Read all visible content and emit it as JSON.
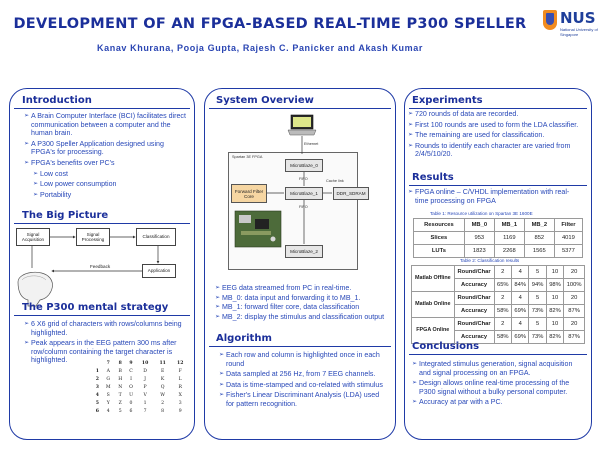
{
  "header": {
    "title": "DEVELOPMENT OF AN FPGA-BASED REAL-TIME P300 SPELLER",
    "authors": "Kanav Khurana, Pooja Gupta, Rajesh C. Panicker and Akash Kumar",
    "logo_text": "NUS",
    "logo_sub": "National University of Singapore"
  },
  "introduction": {
    "title": "Introduction",
    "bullets": [
      "A Brain Computer Interface (BCI) facilitates direct communication between a computer and the human brain.",
      "A P300 Speller Application designed using FPGA's for processing.",
      "FPGA's benefits over PC's"
    ],
    "sub_bullets": [
      "Low cost",
      "Low power consumption",
      "Portability"
    ]
  },
  "big_picture": {
    "title": "The Big Picture",
    "boxes": [
      "Signal Acquisition",
      "Signal Processing",
      "Classification",
      "Application"
    ],
    "feedback_label": "Feedback"
  },
  "p300": {
    "title": "The P300 mental strategy",
    "bullets": [
      "6 X6 grid of characters with rows/columns being highlighted.",
      "Peak appears in the EEG pattern 300 ms after row/column containing the target character is highlighted."
    ],
    "grid": [
      [
        "",
        "7",
        "8",
        "9",
        "10",
        "11",
        "12"
      ],
      [
        "1",
        "A",
        "B",
        "C",
        "D",
        "E",
        "F"
      ],
      [
        "2",
        "G",
        "H",
        "I",
        "J",
        "K",
        "L"
      ],
      [
        "3",
        "M",
        "N",
        "O",
        "P",
        "Q",
        "R"
      ],
      [
        "4",
        "S",
        "T",
        "U",
        "V",
        "W",
        "X"
      ],
      [
        "5",
        "Y",
        "Z",
        "0",
        "1",
        "2",
        "3"
      ],
      [
        "6",
        "4",
        "5",
        "6",
        "7",
        "8",
        "9"
      ]
    ]
  },
  "system": {
    "title": "System Overview",
    "labels": {
      "ethernet": "Ethernet",
      "spartan": "Spartan 3E FPGA",
      "mb0": "MicroBlaze_0",
      "mb1": "MicroBlaze_1",
      "mb2": "MicroBlaze_2",
      "fifo": "FIFO",
      "ffc": "Forward Filter Core",
      "cache": "Cache link",
      "ddr": "DDR_SDRAM"
    },
    "bullets": [
      "EEG data streamed from PC in real-time.",
      "MB_0: data input and forwarding it to MB_1.",
      "MB_1: forward filter core, data classification",
      "MB_2: display the stimulus and classification output"
    ]
  },
  "algorithm": {
    "title": "Algorithm",
    "bullets": [
      "Each row and column is highlighted once in each round",
      "Data sampled at 256 Hz, from 7 EEG channels.",
      "Data is time-stamped and co-related with stimulus",
      "Fisher's Linear Discriminant Analysis (LDA) used for pattern recognition."
    ]
  },
  "experiments": {
    "title": "Experiments",
    "bullets": [
      "720 rounds of data are recorded.",
      "First 100 rounds are used to form the LDA classifier.",
      "The remaining are used for classification.",
      "Rounds to identify each character are varied from 2/4/5/10/20."
    ]
  },
  "results": {
    "title": "Results",
    "bullets": [
      "FPGA online – C/VHDL implementation with real-time processing on FPGA"
    ],
    "table1_caption": "Table 1: Resource utilization on Spartan 3E 1600E",
    "table1": [
      [
        "Resources",
        "MB_0",
        "MB_1",
        "MB_2",
        "Filter"
      ],
      [
        "Slices",
        "953",
        "1169",
        "852",
        "4019"
      ],
      [
        "LUTs",
        "1823",
        "2268",
        "1565",
        "5377"
      ]
    ],
    "table2_caption": "Table 2: Classification results",
    "table2": [
      {
        "group": "Matlab Offline",
        "rows": [
          [
            "Round/Char",
            "2",
            "4",
            "5",
            "10",
            "20"
          ],
          [
            "Accuracy",
            "65%",
            "84%",
            "94%",
            "98%",
            "100%"
          ]
        ]
      },
      {
        "group": "Matlab Online",
        "rows": [
          [
            "Round/Char",
            "2",
            "4",
            "5",
            "10",
            "20"
          ],
          [
            "Accuracy",
            "58%",
            "69%",
            "73%",
            "82%",
            "87%"
          ]
        ]
      },
      {
        "group": "FPGA Online",
        "rows": [
          [
            "Round/Char",
            "2",
            "4",
            "5",
            "10",
            "20"
          ],
          [
            "Accuracy",
            "58%",
            "69%",
            "73%",
            "82%",
            "87%"
          ]
        ]
      }
    ]
  },
  "conclusions": {
    "title": "Conclusions",
    "bullets": [
      "Integrated stimulus generation, signal acquisition and signal processing on an FPGA.",
      "Design allows online real-time processing of the P300 signal without a bulky personal computer.",
      "Accuracy at par with a PC."
    ]
  }
}
